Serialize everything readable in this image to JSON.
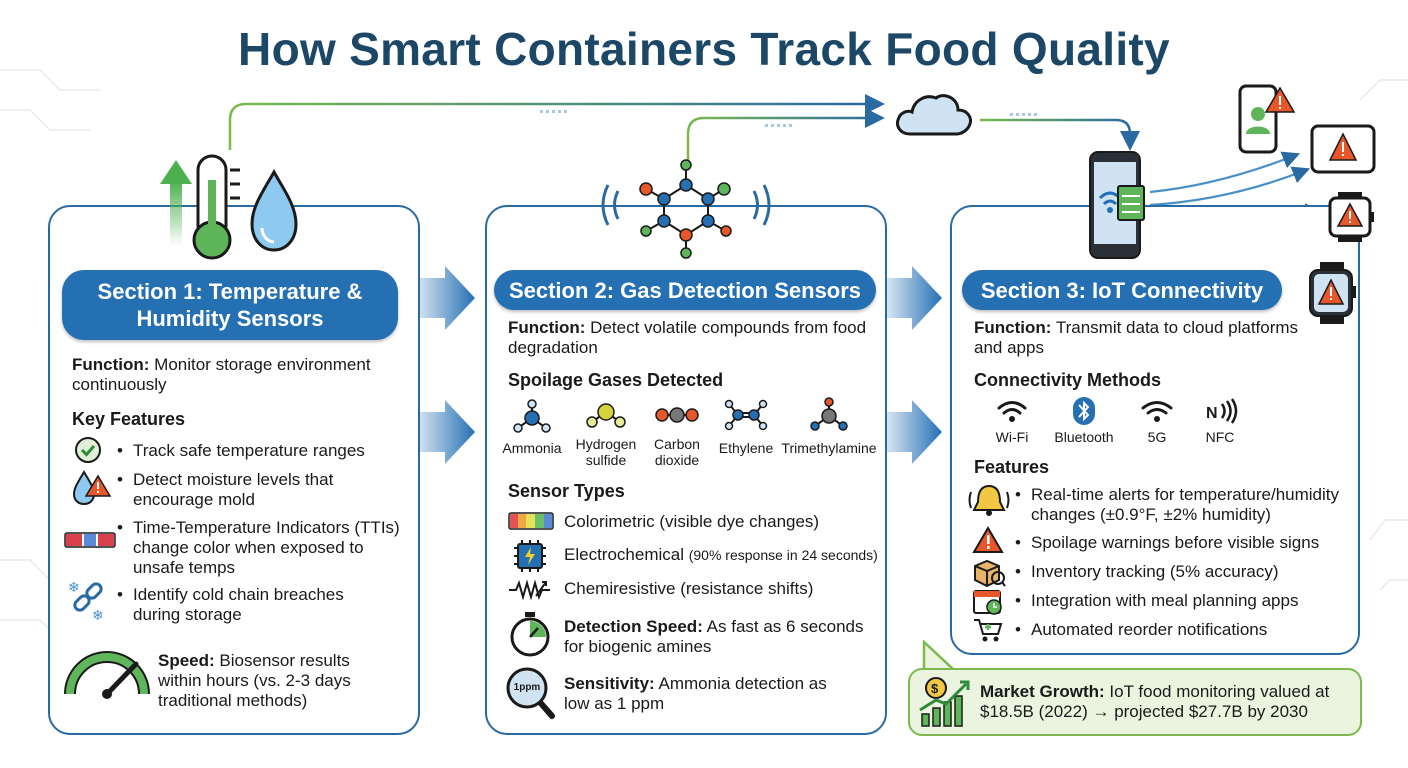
{
  "title": "How Smart Containers Track Food Quality",
  "colors": {
    "title": "#1d4766",
    "panel_border": "#2a6aa3",
    "section_header": "#2470b3",
    "green": "#4caf50",
    "warning": "#e8572a",
    "callout_bg": "#eaf4de"
  },
  "section1": {
    "title": "Section 1: Temperature & Humidity Sensors",
    "function_label": "Function:",
    "function_text": "Monitor storage environment continuously",
    "features_header": "Key Features",
    "features": [
      {
        "icon": "check-circle-icon",
        "text": "Track safe temperature ranges"
      },
      {
        "icon": "water-drop-warning-icon",
        "text": "Detect moisture levels that encourage mold"
      },
      {
        "icon": "tti-strip-icon",
        "text": "Time-Temperature Indicators (TTIs) change color when exposed to unsafe temps"
      },
      {
        "icon": "broken-chain-icon",
        "text": "Identify cold chain breaches during storage"
      }
    ],
    "speed_label": "Speed:",
    "speed_text": "Biosensor results within hours (vs. 2-3 days traditional methods)"
  },
  "section2": {
    "title": "Section 2: Gas Detection Sensors",
    "function_label": "Function:",
    "function_text": "Detect volatile compounds from food degradation",
    "gases_header": "Spoilage Gases Detected",
    "gases": [
      {
        "name": "Ammonia",
        "icon": "ammonia-molecule-icon"
      },
      {
        "name": "Hydrogen sulfide",
        "icon": "hydrogen-sulfide-molecule-icon"
      },
      {
        "name": "Carbon dioxide",
        "icon": "carbon-dioxide-molecule-icon"
      },
      {
        "name": "Ethylene",
        "icon": "ethylene-molecule-icon"
      },
      {
        "name": "Trimethylamine",
        "icon": "trimethylamine-molecule-icon"
      }
    ],
    "sensor_types_header": "Sensor Types",
    "sensor_types": [
      {
        "icon": "color-strip-icon",
        "text": "Colorimetric (visible dye changes)",
        "note": ""
      },
      {
        "icon": "chip-icon",
        "text": "Electrochemical",
        "note": "(90% response in 24 seconds)"
      },
      {
        "icon": "resistor-icon",
        "text": "Chemiresistive (resistance shifts)",
        "note": ""
      }
    ],
    "detection_label": "Detection Speed:",
    "detection_text": "As fast as 6 seconds for biogenic amines",
    "sensitivity_label": "Sensitivity:",
    "sensitivity_text": "Ammonia detection as low as 1 ppm",
    "ppm_badge": "1ppm"
  },
  "section3": {
    "title": "Section 3: IoT Connectivity",
    "function_label": "Function:",
    "function_text": "Transmit data to cloud platforms and apps",
    "connectivity_header": "Connectivity Methods",
    "methods": [
      {
        "name": "Wi-Fi",
        "icon": "wifi-icon"
      },
      {
        "name": "Bluetooth",
        "icon": "bluetooth-icon"
      },
      {
        "name": "5G",
        "icon": "5g-signal-icon"
      },
      {
        "name": "NFC",
        "icon": "nfc-icon"
      }
    ],
    "features_header": "Features",
    "features": [
      {
        "icon": "alarm-bell-icon",
        "text": "Real-time alerts for temperature/humidity changes (±0.9°F, ±2% humidity)"
      },
      {
        "icon": "warning-icon",
        "text": "Spoilage warnings before visible signs"
      },
      {
        "icon": "inventory-box-icon",
        "text": "Inventory tracking (5% accuracy)"
      },
      {
        "icon": "calendar-icon",
        "text": "Integration with meal planning apps"
      },
      {
        "icon": "cart-icon",
        "text": "Automated reorder notifications"
      }
    ],
    "market_label": "Market Growth:",
    "market_text": "IoT food monitoring valued at $18.5B (2022) → projected $27.7B by 2030"
  }
}
